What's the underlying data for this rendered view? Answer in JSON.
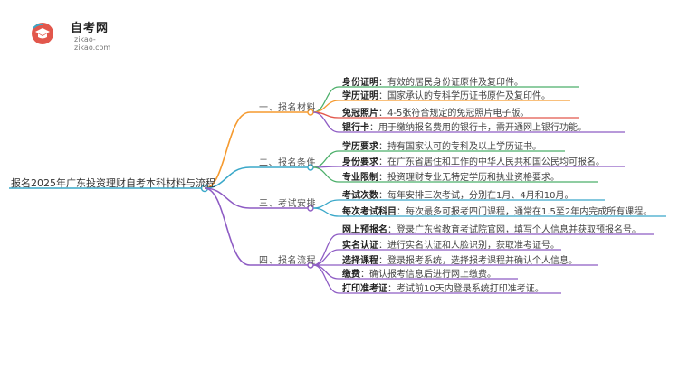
{
  "logo": {
    "title": "自考网",
    "url_text": "zikao-zikao.com"
  },
  "colors": {
    "orange": "#f59a2f",
    "blue": "#3aa8c9",
    "purple": "#8e5cc4",
    "green": "#4caf6a",
    "red": "#e2574c"
  },
  "root": {
    "label": "报名2025年广东投资理财自考本科材料与流程"
  },
  "branches": [
    {
      "label": "一、报名材料",
      "color": "#f59a2f",
      "items": [
        {
          "key": "身份证明",
          "text": "：有效的居民身份证原件及复印件。",
          "color": "#4caf6a"
        },
        {
          "key": "学历证明",
          "text": "：国家承认的专科学历证书原件及复印件。",
          "color": "#f59a2f"
        },
        {
          "key": "免冠照片",
          "text": "：4-5张符合规定的免冠照片电子版。",
          "color": "#e2574c"
        },
        {
          "key": "银行卡",
          "text": "：用于缴纳报名费用的银行卡，需开通网上银行功能。",
          "color": "#8e5cc4"
        }
      ]
    },
    {
      "label": "二、报名条件",
      "color": "#3aa8c9",
      "items": [
        {
          "key": "学历要求",
          "text": "：持有国家认可的专科及以上学历证书。",
          "color": "#4caf6a"
        },
        {
          "key": "身份要求",
          "text": "：在广东省居住和工作的中华人民共和国公民均可报名。",
          "color": "#8e5cc4"
        },
        {
          "key": "专业限制",
          "text": "：投资理财专业无特定学历和执业资格要求。",
          "color": "#4caf6a"
        }
      ]
    },
    {
      "label": "三、考试安排",
      "color": "#8e5cc4",
      "items": [
        {
          "key": "考试次数",
          "text": "：每年安排三次考试，分别在1月、4月和10月。",
          "color": "#3aa8c9"
        },
        {
          "key": "每次考试科目",
          "text": "：每次最多可报考四门课程，通常在1.5至2年内完成所有课程。",
          "color": "#3aa8c9"
        }
      ]
    },
    {
      "label": "四、报名流程",
      "color": "#8e5cc4",
      "items": [
        {
          "key": "网上预报名",
          "text": "：登录广东省教育考试院官网，填写个人信息并获取预报名号。",
          "color": "#8e5cc4"
        },
        {
          "key": "实名认证",
          "text": "：进行实名认证和人脸识别，获取准考证号。",
          "color": "#8e5cc4"
        },
        {
          "key": "选择课程",
          "text": "：登录报考系统，选择报考课程并确认个人信息。",
          "color": "#8e5cc4"
        },
        {
          "key": "缴费",
          "text": "：确认报考信息后进行网上缴费。",
          "color": "#8e5cc4"
        },
        {
          "key": "打印准考证",
          "text": "：考试前10天内登录系统打印准考证。",
          "color": "#8e5cc4"
        }
      ]
    }
  ]
}
